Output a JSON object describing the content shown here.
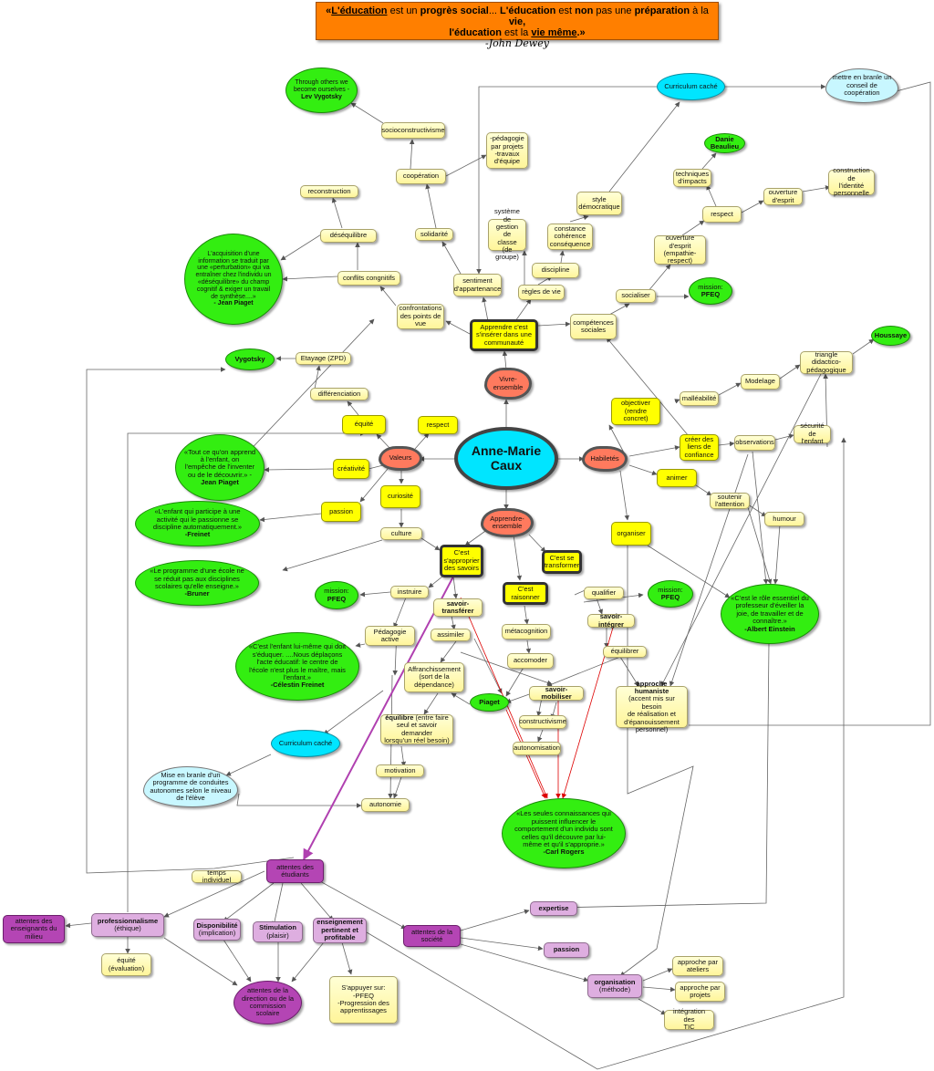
{
  "banner": {
    "open_quote": "«",
    "w1": "L'éducation",
    "t1": " est un ",
    "w2": "progrès social",
    "t2": "... ",
    "w3": "L'éducation",
    "t3": " est ",
    "w4": "non",
    "t4": " pas une ",
    "w5": "préparation",
    "t5": " à la ",
    "w6": "vie,",
    "w7": "l'éducation",
    "t7": " est la ",
    "w8": "vie même",
    "t8": ".»",
    "signature": "-John Dewey"
  },
  "nodes": {
    "center": "Anne-Marie\nCaux",
    "vivre": "Vivre-\nensemble",
    "apprendre_ens": "Apprendre-\nensemble",
    "valeurs": "Valeurs",
    "habiletes": "Habiletés",
    "inserer": "Apprendre c'est\ns'insérer dans une\ncommunauté",
    "approprier": "C'est\ns'approprier\ndes savoirs",
    "raisonner": "C'est raisonner",
    "transformer": "C'est se\ntransformer",
    "equite": "équité",
    "respect_v": "respect",
    "creativite": "créativité",
    "curiosite": "curiosité",
    "passion_v": "passion",
    "culture": "culture",
    "differenciation": "différenciation",
    "etayage": "Etayage (ZPD)",
    "vygotsky": "Vygotsky",
    "confrontations": "confrontations\ndes points de\nvue",
    "conflits": "conflits congnitifs",
    "desequilibre": "déséquilibre",
    "reconstruction": "reconstruction",
    "piaget_quote1": "L'acquisition d'une\ninformation se traduit par\nune «perturbation» qui va\nentraîner chez l'individu un\n«déséquilibre» du champ\ncognitif & exiger un travail\nde synthèse....»",
    "piaget_author1": "- Jean Piaget",
    "sentiment": "sentiment\nd'appartenance",
    "solidarite": "solidarité",
    "cooperation": "coopération",
    "socioconstr": "socioconstructivisme",
    "vygotsky_quote": "Through others we\nbecome ourselves -",
    "vygotsky_author": "Lev Vygotsky",
    "pedagogie_projets": "-pédagogie\npar projets\n-travaux\nd'équipe",
    "systeme_gestion": "système de\ngestion de\nclasse\n(de groupe)",
    "regles": "règles de vie",
    "discipline": "discipline",
    "constance": "constance\ncohérence\nconséquence",
    "style": "style\ndémocratique",
    "curriculum_cache_top": "Curriculum caché",
    "conseil": "mettre en branle un\nconseil de\ncoopération",
    "competences": "compétences\nsociales",
    "socialiser": "socialiser",
    "mission_pfeq1_l1": "mission:",
    "mission_pfeq1_l2": "PFEQ",
    "ouverture_esprit": "ouverture d'esprit\n(empathie-\nrespect)",
    "respect_h": "respect",
    "techniques": "techniques\nd'impacts",
    "danie": "Danie\nBeaulieu",
    "ouverture2": "ouverture\nd'esprit",
    "identite": "construction de\nl'identité\npersonnelle",
    "objectiver": "objectiver\n(rendre concret)",
    "malleabilite": "malléabilité",
    "modelage": "Modelage",
    "triangle": "triangle didactico-\npédagogique",
    "houssaye": "Houssaye",
    "creer_liens": "créer des\nliens de\nconfiance",
    "observations": "observations",
    "securite": "sécurité de\nl'enfant",
    "animer": "animer",
    "soutenir": "soutenir\nl'attention",
    "humour": "humour",
    "organiser": "organiser",
    "piaget_quote2": "«Tout ce qu'on apprend\nà l'enfant, on\nl'empêche de l'inventer\nou de le découvrir.» -",
    "piaget_author2": "Jean Piaget",
    "freinet_quote1": "«L'enfant qui participe à une\nactivité qui le passionne se\ndiscipline automatiquement.»",
    "freinet_author1": "-Freinet",
    "bruner_quote": "«Le programme d'une école ne\nse réduit pas aux disciplines\nscolaires qu'elle enseigne.»",
    "bruner_author": "-Bruner",
    "mission_pfeq2_l1": "mission:",
    "mission_pfeq2_l2": "PFEQ",
    "instruire": "instruire",
    "savoir_transferer": "savoir-\ntransférer",
    "assimiler": "assimiler",
    "pedagogie_active": "Pédagogie\nactive",
    "freinet_quote2": "«C'est l'enfant lui-même qui doit\ns'éduquer. ....Nous déplaçons\nl'acte éducatif: le centre de\nl'école n'est plus le maître, mais\nl'enfant.»",
    "freinet_author2": "-Célestin Freinet",
    "affranchissement": "Affranchissement\n(sort de la\ndépendance)",
    "equilibre_bold": "équilibre",
    "equilibre_rest": " (entre faire\nseul et savoir demander\nlorsqu'un réel besoin)",
    "motivation": "motivation",
    "autonomie": "autonomie",
    "curriculum_cache_bottom": "Curriculum caché",
    "mise_branle": "Mise en branle d'un\nprogramme de conduites\nautonomes selon le niveau\nde l'élève",
    "metacognition": "métacognition",
    "accomoder": "accomoder",
    "piaget_node": "Piaget",
    "savoir_mobiliser": "savoir-mobiliser",
    "constructivisme": "constructivisme",
    "autonomisation": "autonomisation",
    "qualifier": "qualifier",
    "mission_pfeq3_l1": "mission:",
    "mission_pfeq3_l2": "PFEQ",
    "savoir_integrer": "savoir-intégrer",
    "equilibrer": "équilibrer",
    "approche_humaniste_bold": "approche humaniste",
    "approche_humaniste_rest": "\n(accent mis sur besoin\nde réalisation et\nd'épanouissement\npersonnel)",
    "einstein_quote": "«C'est le rôle essentiel du\nprofesseur d'éveiller la\njoie, de travailler et de\nconnaître.»",
    "einstein_author": "-Albert Einstein",
    "rogers_quote": "«Les seules connaissances qui\npuissent influencer le\ncomportement d'un individu sont\ncelles qu'il découvre par lui-\nmême et qu'il s'approprie.»",
    "rogers_author": "-Carl Rogers",
    "attentes_etudiants": "attentes des\nétudiants",
    "temps_individuel": "temps individuel",
    "attentes_milieu": "attentes des\nenseignants du\nmilieu",
    "professionnalisme_bold": "professionnalisme",
    "professionnalisme_rest": "\n(éthique)",
    "equite_eval": "équité\n(évaluation)",
    "disponibilite_bold": "Disponibilité",
    "disponibilite_rest": "\n(implication)",
    "stimulation_bold": "Stimulation",
    "stimulation_rest": "\n(plaisir)",
    "enseignement": "enseignement\npertinent et\nprofitable",
    "attentes_direction": "attentes de la\ndirection ou de la\ncommission\nscolaire",
    "appuyer": "S'appuyer sur:\n-PFEQ\n-Progression des\napprentissages",
    "attentes_societe": "attentes de la\nsociété",
    "expertise": "expertise",
    "passion_s": "passion",
    "organisation_bold": "organisation",
    "organisation_rest": "\n(méthode)",
    "approche_ateliers": "approche par\nateliers",
    "approche_projets": "approche par\nprojets",
    "integration_tic": "intégration des\nTIC"
  }
}
